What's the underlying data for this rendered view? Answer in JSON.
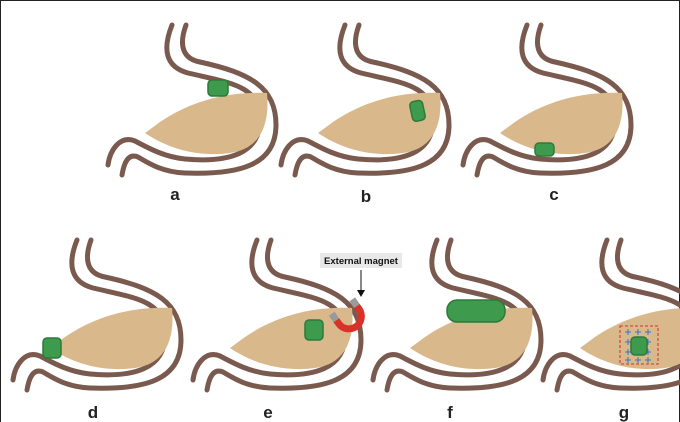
{
  "panels": [
    {
      "label": "a"
    },
    {
      "label": "b"
    },
    {
      "label": "c"
    },
    {
      "label": "d"
    },
    {
      "label": "e"
    },
    {
      "label": "f"
    },
    {
      "label": "g"
    }
  ],
  "callout": {
    "text": "External magnet"
  },
  "colors": {
    "stomach_outline": "#7a5a4e",
    "stomach_fill": "#ffffff",
    "content_fill": "#d9b88c",
    "device_green": "#3e9a4c",
    "device_dark": "#2d7a3a",
    "magnet_red": "#d8322a",
    "magnet_grey": "#9a9a9a",
    "field_red": "#d84b3b",
    "field_blue": "#3a73c8",
    "callout_bg": "#e8e8e8"
  }
}
